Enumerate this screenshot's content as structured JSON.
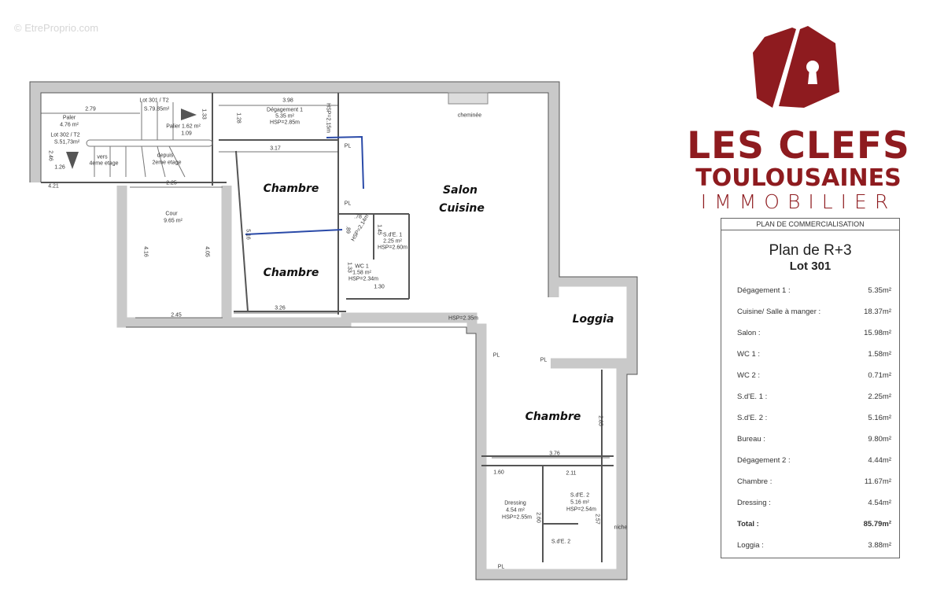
{
  "watermark": "© EtreProprio.com",
  "brand": {
    "line1": "LES CLEFS",
    "line2": "TOULOUSAINES",
    "line3": "IMMOBILIER",
    "color": "#8e1b1f",
    "icon": "house-keyhole-icon"
  },
  "summary": {
    "header": "PLAN DE COMMERCIALISATION",
    "title": "Plan de R+3",
    "lot": "Lot 301",
    "rows": [
      {
        "label": "Dégagement 1 :",
        "value": "5.35m²"
      },
      {
        "label": "Cuisine/ Salle à manger :",
        "value": "18.37m²"
      },
      {
        "label": "Salon :",
        "value": "15.98m²"
      },
      {
        "label": "WC 1 :",
        "value": "1.58m²"
      },
      {
        "label": "WC 2 :",
        "value": "0.71m²"
      },
      {
        "label": "S.d'E. 1 :",
        "value": "2.25m²"
      },
      {
        "label": "S.d'E. 2 :",
        "value": "5.16m²"
      },
      {
        "label": "Bureau :",
        "value": "9.80m²"
      },
      {
        "label": "Dégagement 2 :",
        "value": "4.44m²"
      },
      {
        "label": "Chambre :",
        "value": "11.67m²"
      },
      {
        "label": "Dressing :",
        "value": "4.54m²"
      },
      {
        "label": "Total :",
        "value": "85.79m²"
      },
      {
        "label": "Loggia :",
        "value": "3.88m²"
      }
    ]
  },
  "rooms": [
    "Chambre",
    "Chambre",
    "Salon",
    "Cuisine",
    "Loggia",
    "Chambre"
  ],
  "plan_labels": [
    "2.79",
    "Paler",
    "4.76 m²",
    "Lot 301 / T2",
    "S.79.85m²",
    "Palier 1.62 m²",
    "1.09",
    "Lot 302 / T2",
    "S.51,73m²",
    "2.46",
    "1.26",
    "vers",
    "4eme etage",
    "depuis",
    "2eme etage",
    "4.21",
    "2.25",
    "Cour",
    "9.65 m²",
    "4.16",
    "4.05",
    "2.45",
    "1.33",
    "3.98",
    "Dégagement 1",
    "5.35 m²",
    "HSP=2.85m",
    "1.28",
    "HSP=2.15m",
    "3.17",
    "PL",
    "PL",
    "5.16",
    "3.26",
    ".78",
    "S.d'E. 1",
    "2.25 m²",
    "HSP=2.60m",
    "1.45",
    "WC 1",
    "1.58 m²",
    "HSP=2.34m",
    "1.33",
    "1.30",
    "HSP=2.35m",
    "cheminée",
    "PL",
    "PL",
    "2.85",
    "3.76",
    "1.60",
    "2.11",
    "Dressing",
    "4.54 m²",
    "HSP=2.55m",
    "S.d'E. 2",
    "5.16 m²",
    "HSP=2.54m",
    "2.60",
    "2.57",
    "S.d'E. 2",
    "PL",
    "niche",
    ".89",
    "HSP=2.14m"
  ]
}
